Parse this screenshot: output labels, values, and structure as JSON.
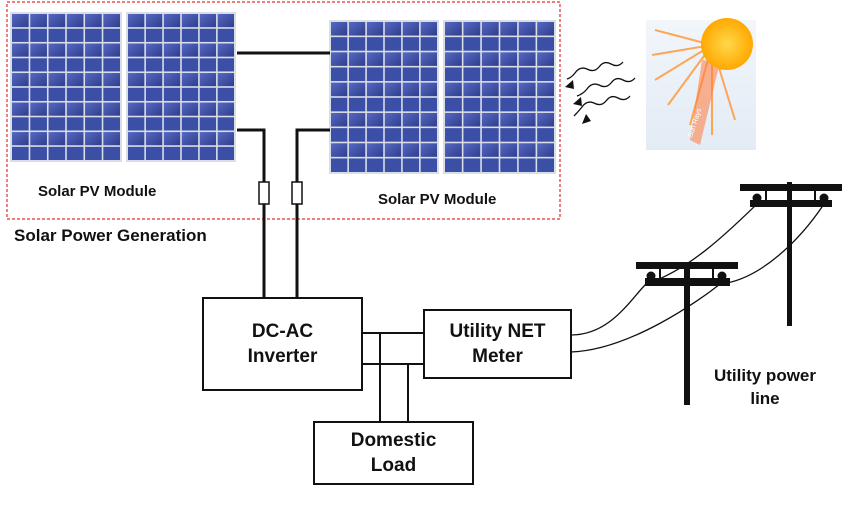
{
  "group_label": "Solar Power Generation",
  "modules": {
    "left_label": "Solar PV Module",
    "right_label": "Solar PV Module"
  },
  "inverter": {
    "line1": "DC-AC",
    "line2": "Inverter"
  },
  "meter": {
    "line1": "Utility NET",
    "line2": "Meter"
  },
  "load": {
    "line1": "Domestic",
    "line2": "Load"
  },
  "utility": {
    "line1": "Utility power",
    "line2": "line"
  },
  "sun": {
    "rays_caption": "Sun Rays"
  },
  "colors": {
    "panel_cell": "#3c4fa6",
    "panel_frame": "#d9dde6",
    "group_border": "#e03030",
    "line": "#111111",
    "sun": "#ffb000"
  }
}
